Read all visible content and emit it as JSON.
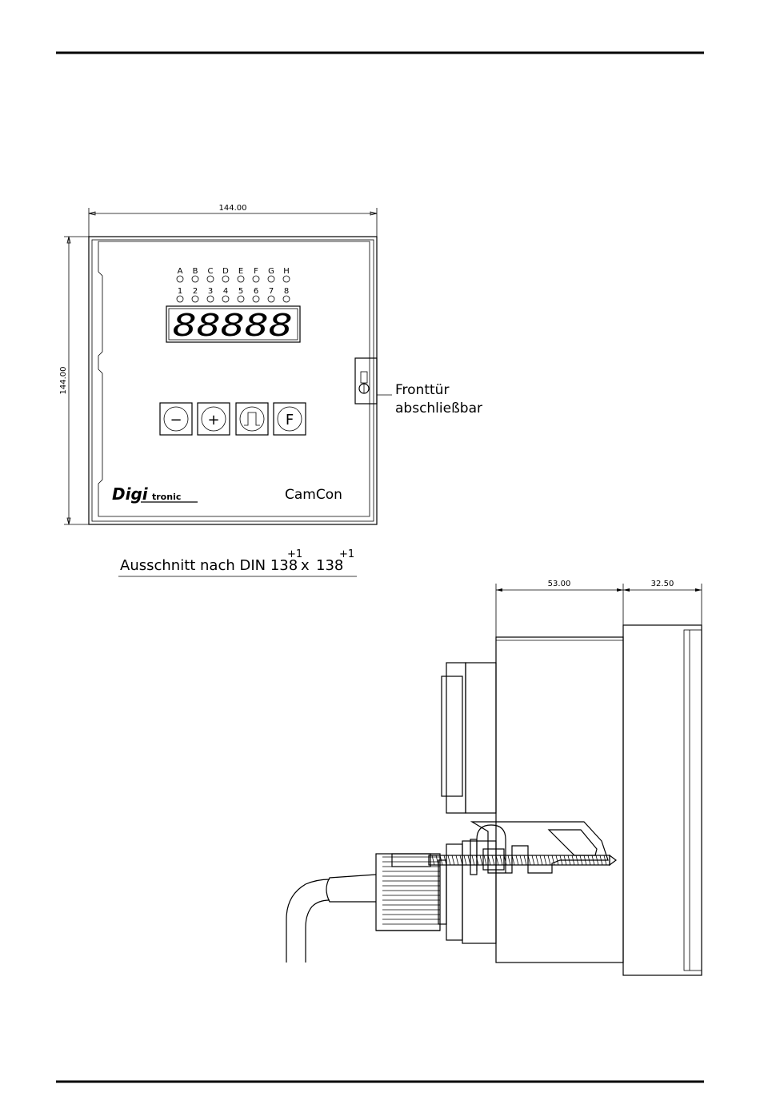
{
  "front_view": {
    "width_dim": "144.00",
    "height_dim": "144.00",
    "led_letters": [
      "A",
      "B",
      "C",
      "D",
      "E",
      "F",
      "G",
      "H"
    ],
    "led_numbers": [
      "1",
      "2",
      "3",
      "4",
      "5",
      "6",
      "7",
      "8"
    ],
    "display_digits": "88888",
    "keys": [
      "−",
      "+",
      "F"
    ],
    "brand_logo": "Digi",
    "brand_logo_suffix": "tronic",
    "product_name": "CamCon",
    "door_note_line1": "Fronttür",
    "door_note_line2": "abschließbar"
  },
  "cutout_note": {
    "text": "Ausschnitt nach DIN 138",
    "tol1": "+1",
    "x": "x",
    "value2": "138",
    "tol2": "+1"
  },
  "side_view": {
    "depth_dim": "53.00",
    "front_dim": "32.50"
  }
}
